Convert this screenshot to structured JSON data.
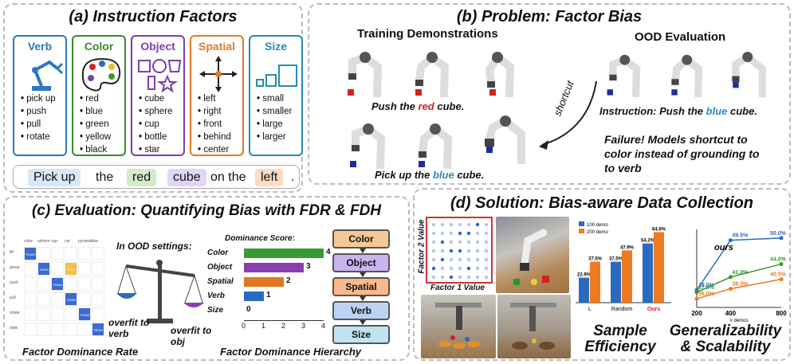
{
  "panel_a": {
    "title": "(a) Instruction Factors",
    "factors": [
      {
        "name": "Verb",
        "color": "#2a78c2",
        "items": [
          "pick up",
          "push",
          "pull",
          "rotate"
        ]
      },
      {
        "name": "Color",
        "color": "#3a8a2e",
        "items": [
          "red",
          "blue",
          "green",
          "yellow",
          "black"
        ]
      },
      {
        "name": "Object",
        "color": "#7a3fb0",
        "items": [
          "cube",
          "sphere",
          "cup",
          "bottle",
          "star"
        ]
      },
      {
        "name": "Spatial",
        "color": "#e07a2a",
        "items": [
          "left",
          "right",
          "front",
          "behind",
          "center"
        ]
      },
      {
        "name": "Size",
        "color": "#2a8ab0",
        "items": [
          "small",
          "smaller",
          "large",
          "larger"
        ]
      }
    ],
    "instruction": {
      "w1": "Pick up",
      "w2": "the",
      "w3": "red",
      "w4": "cube",
      "w5": "on the",
      "w6": "left",
      "w7": "."
    }
  },
  "panel_b": {
    "title": "(b) Problem: Factor Bias",
    "train_label": "Training Demonstrations",
    "ood_label": "OOD Evaluation",
    "cap1_pre": "Push the ",
    "cap1_color": "red",
    "cap1_post": " cube.",
    "cap2_pre": "Pick up the ",
    "cap2_color": "blue",
    "cap2_post": " cube.",
    "shortcut": "shortcut",
    "ood_cap_pre": "Instruction: Push the ",
    "ood_cap_color": "blue",
    "ood_cap_post": " cube.",
    "failure_l1": "Failure! Models shortcut to",
    "failure_l2": "color instead of grounding to",
    "failure_l3": "to verb"
  },
  "panel_c": {
    "title": "(c) Evaluation: Quantifying Bias with FDR & FDH",
    "ood_settings": "In OOD settings:",
    "overfit_verb": "overfit to verb",
    "overfit_obj": "overfit to obj",
    "fdr_label": "Factor Dominance Rate",
    "fdh_label": "Factor Dominance Hierarchy",
    "dominance_title": "Dominance Score:",
    "grid_cols": [
      "cube",
      "sphere",
      "cup",
      "car",
      "pyramid",
      "star"
    ],
    "grid_rows": [
      "lift",
      "grasp",
      "push",
      "pull",
      "rotate",
      "slide"
    ],
    "grid_train": "TRAIN",
    "grid_test": "TEST",
    "hierarchy": [
      "Color",
      "Object",
      "Spatial",
      "Verb",
      "Size"
    ],
    "hierarchy_colors": [
      "#f5c896",
      "#c9b4f0",
      "#f9b98a",
      "#bcd2f5",
      "#bfe3ef"
    ]
  },
  "panel_d": {
    "title": "(d) Solution: Bias-aware Data Collection",
    "factor2": "Factor 2 Value",
    "factor1": "Factor 1 Value",
    "sample_eff_l1": "Sample",
    "sample_eff_l2": "Efficiency",
    "gen_l1": "Generalizability",
    "gen_l2": "& Scalability",
    "ours_label": "ours",
    "xaxis": "# demos"
  },
  "chart_data": [
    {
      "type": "bar",
      "orientation": "horizontal",
      "title": "Dominance Score:",
      "categories": [
        "Color",
        "Object",
        "Spatial",
        "Verb",
        "Size"
      ],
      "values": [
        4,
        3,
        2,
        1,
        0
      ],
      "colors": [
        "#3a9a34",
        "#8a3fb0",
        "#e07a1f",
        "#2a6ac2",
        "#999999"
      ],
      "xlim": [
        0,
        4
      ],
      "xticks": [
        "0",
        "1",
        "2",
        "3",
        "4"
      ]
    },
    {
      "type": "bar",
      "categories": [
        "L",
        "Random",
        "Ours"
      ],
      "series": [
        {
          "name": "100 demo",
          "values": [
            22.9,
            37.5,
            54.2
          ],
          "labels": [
            "22.9%",
            "37.5%",
            "54.2%"
          ],
          "color": "#2a6ac2"
        },
        {
          "name": "200 demo",
          "values": [
            37.5,
            47.9,
            64.6
          ],
          "labels": [
            "37.5%",
            "47.9%",
            "64.6%"
          ],
          "color": "#f07a1f"
        }
      ],
      "ylim": [
        0,
        70
      ]
    },
    {
      "type": "line",
      "x": [
        200,
        400,
        800
      ],
      "xticks": [
        "200",
        "400",
        "800"
      ],
      "xlabel": "# demos",
      "series": [
        {
          "values": [
            38.0,
            49.5,
            50.0
          ],
          "labels": [
            "38.0%",
            "49.5%",
            "50.0%"
          ],
          "color": "#2a6ac2"
        },
        {
          "values": [
            37.5,
            41.0,
            44.0
          ],
          "labels": [
            "37.5%",
            "41.0%",
            "44.0%"
          ],
          "color": "#3a9a34"
        },
        {
          "values": [
            36.0,
            38.3,
            40.5
          ],
          "labels": [
            "36.0%",
            "38.3%",
            "40.5%"
          ],
          "color": "#f07a1f"
        }
      ],
      "ylim": [
        34,
        52
      ]
    }
  ]
}
